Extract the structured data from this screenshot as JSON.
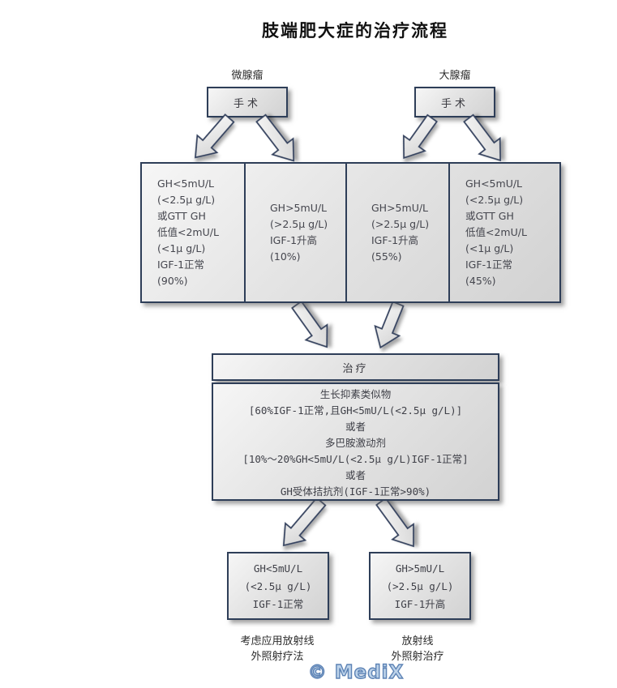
{
  "page": {
    "title": "肢端肥大症的治疗流程"
  },
  "top": {
    "left_branch_label": "微腺瘤",
    "right_branch_label": "大腺瘤",
    "left_surgery_label": "手术",
    "right_surgery_label": "手术"
  },
  "outcomes": [
    {
      "lines": [
        "GH<5mU/L",
        "(<2.5μ g/L)",
        "或GTT GH",
        "低值<2mU/L",
        "(<1μ g/L)",
        "IGF-1正常",
        "(90%)"
      ]
    },
    {
      "lines": [
        "GH>5mU/L",
        "(>2.5μ g/L)",
        "IGF-1升高",
        "(10%)"
      ]
    },
    {
      "lines": [
        "GH>5mU/L",
        "(>2.5μ g/L)",
        "IGF-1升高",
        "(55%)"
      ]
    },
    {
      "lines": [
        "GH<5mU/L",
        "(<2.5μ g/L)",
        "或GTT GH",
        "低值<2mU/L",
        "(<1μ g/L)",
        "IGF-1正常",
        "(45%)"
      ]
    }
  ],
  "treatment": {
    "header": "治疗",
    "lines": [
      "生长抑素类似物",
      "[60%IGF-1正常,且GH<5mU/L(<2.5μ g/L)]",
      "或者",
      "多巴胺激动剂",
      "[10%～20%GH<5mU/L(<2.5μ g/L)IGF-1正常]",
      "或者",
      "GH受体拮抗剂(IGF-1正常>90%)"
    ]
  },
  "followup": [
    {
      "lines": [
        "GH<5mU/L",
        "(<2.5μ g/L)",
        "IGF-1正常"
      ],
      "note_lines": [
        "考虑应用放射线",
        "外照射疗法"
      ]
    },
    {
      "lines": [
        "GH>5mU/L",
        "(>2.5μ g/L)",
        "IGF-1升高"
      ],
      "note_lines": [
        "放射线",
        "外照射治疗"
      ]
    }
  ],
  "footer": {
    "logo_text": "© MediX"
  }
}
